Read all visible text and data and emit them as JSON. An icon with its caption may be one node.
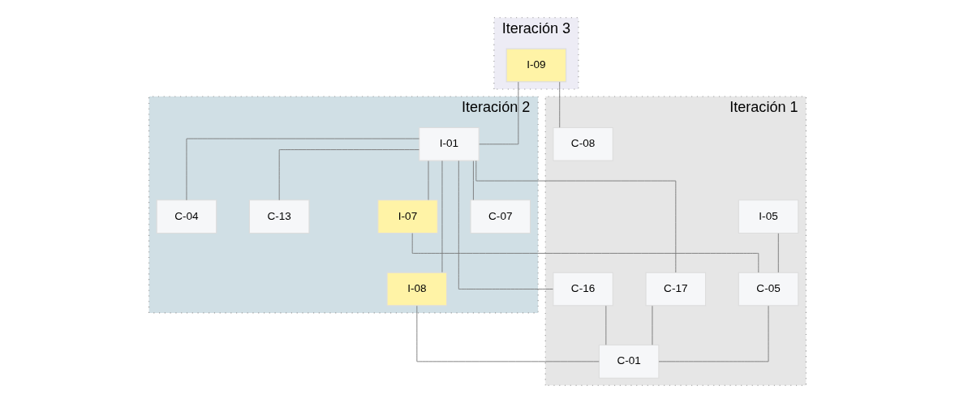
{
  "diagram": {
    "nodes": [
      {
        "text": [
          "Iteración 3"
        ]
      },
      {
        "text": [
          "I-09"
        ],
        "in": 0
      },
      {
        "text": [
          "Iteración 2"
        ]
      },
      {
        "text": [
          "I-01"
        ],
        "in": 2
      },
      {
        "text": [
          "I-08"
        ],
        "in": 2
      },
      {
        "text": [
          "I-07"
        ],
        "in": 2
      },
      {
        "text": [
          "C-07"
        ],
        "in": 2
      },
      {
        "text": [
          "C-04"
        ],
        "in": 2
      },
      {
        "text": [
          "C-13"
        ],
        "in": 2
      },
      {
        "text": [
          "Iteración 1"
        ]
      },
      {
        "text": [
          "C-16"
        ],
        "in": 9
      },
      {
        "text": [
          "C-17"
        ],
        "in": 9
      },
      {
        "text": [
          "I-05"
        ],
        "in": 9
      },
      {
        "text": [
          "C-08"
        ],
        "in": 9
      },
      {
        "text": [
          "C-05"
        ],
        "in": 9
      },
      {
        "text": [
          "C-01"
        ],
        "in": 9
      }
    ],
    "edges": [
      {
        "from": 1,
        "to": 3,
        "arrow": "none"
      },
      {
        "from": 1,
        "to": 13,
        "arrow": "none"
      },
      {
        "from": 3,
        "to": 10,
        "arrow": "none"
      },
      {
        "from": 3,
        "to": 11,
        "arrow": "none"
      },
      {
        "from": 3,
        "to": 4,
        "arrow": "none"
      },
      {
        "from": 3,
        "to": 5,
        "arrow": "none"
      },
      {
        "from": 3,
        "to": 6,
        "arrow": "none"
      },
      {
        "from": 3,
        "to": 7,
        "arrow": "none"
      },
      {
        "from": 3,
        "to": 8,
        "arrow": "none"
      },
      {
        "from": 4,
        "to": 15,
        "arrow": "none"
      },
      {
        "from": 5,
        "to": 14,
        "arrow": "none"
      },
      {
        "from": 12,
        "to": 14,
        "arrow": "none"
      },
      {
        "from": 10,
        "to": 15,
        "arrow": "none"
      },
      {
        "from": 11,
        "to": 15,
        "arrow": "none"
      },
      {
        "from": 14,
        "to": 15,
        "arrow": "none"
      }
    ]
  }
}
